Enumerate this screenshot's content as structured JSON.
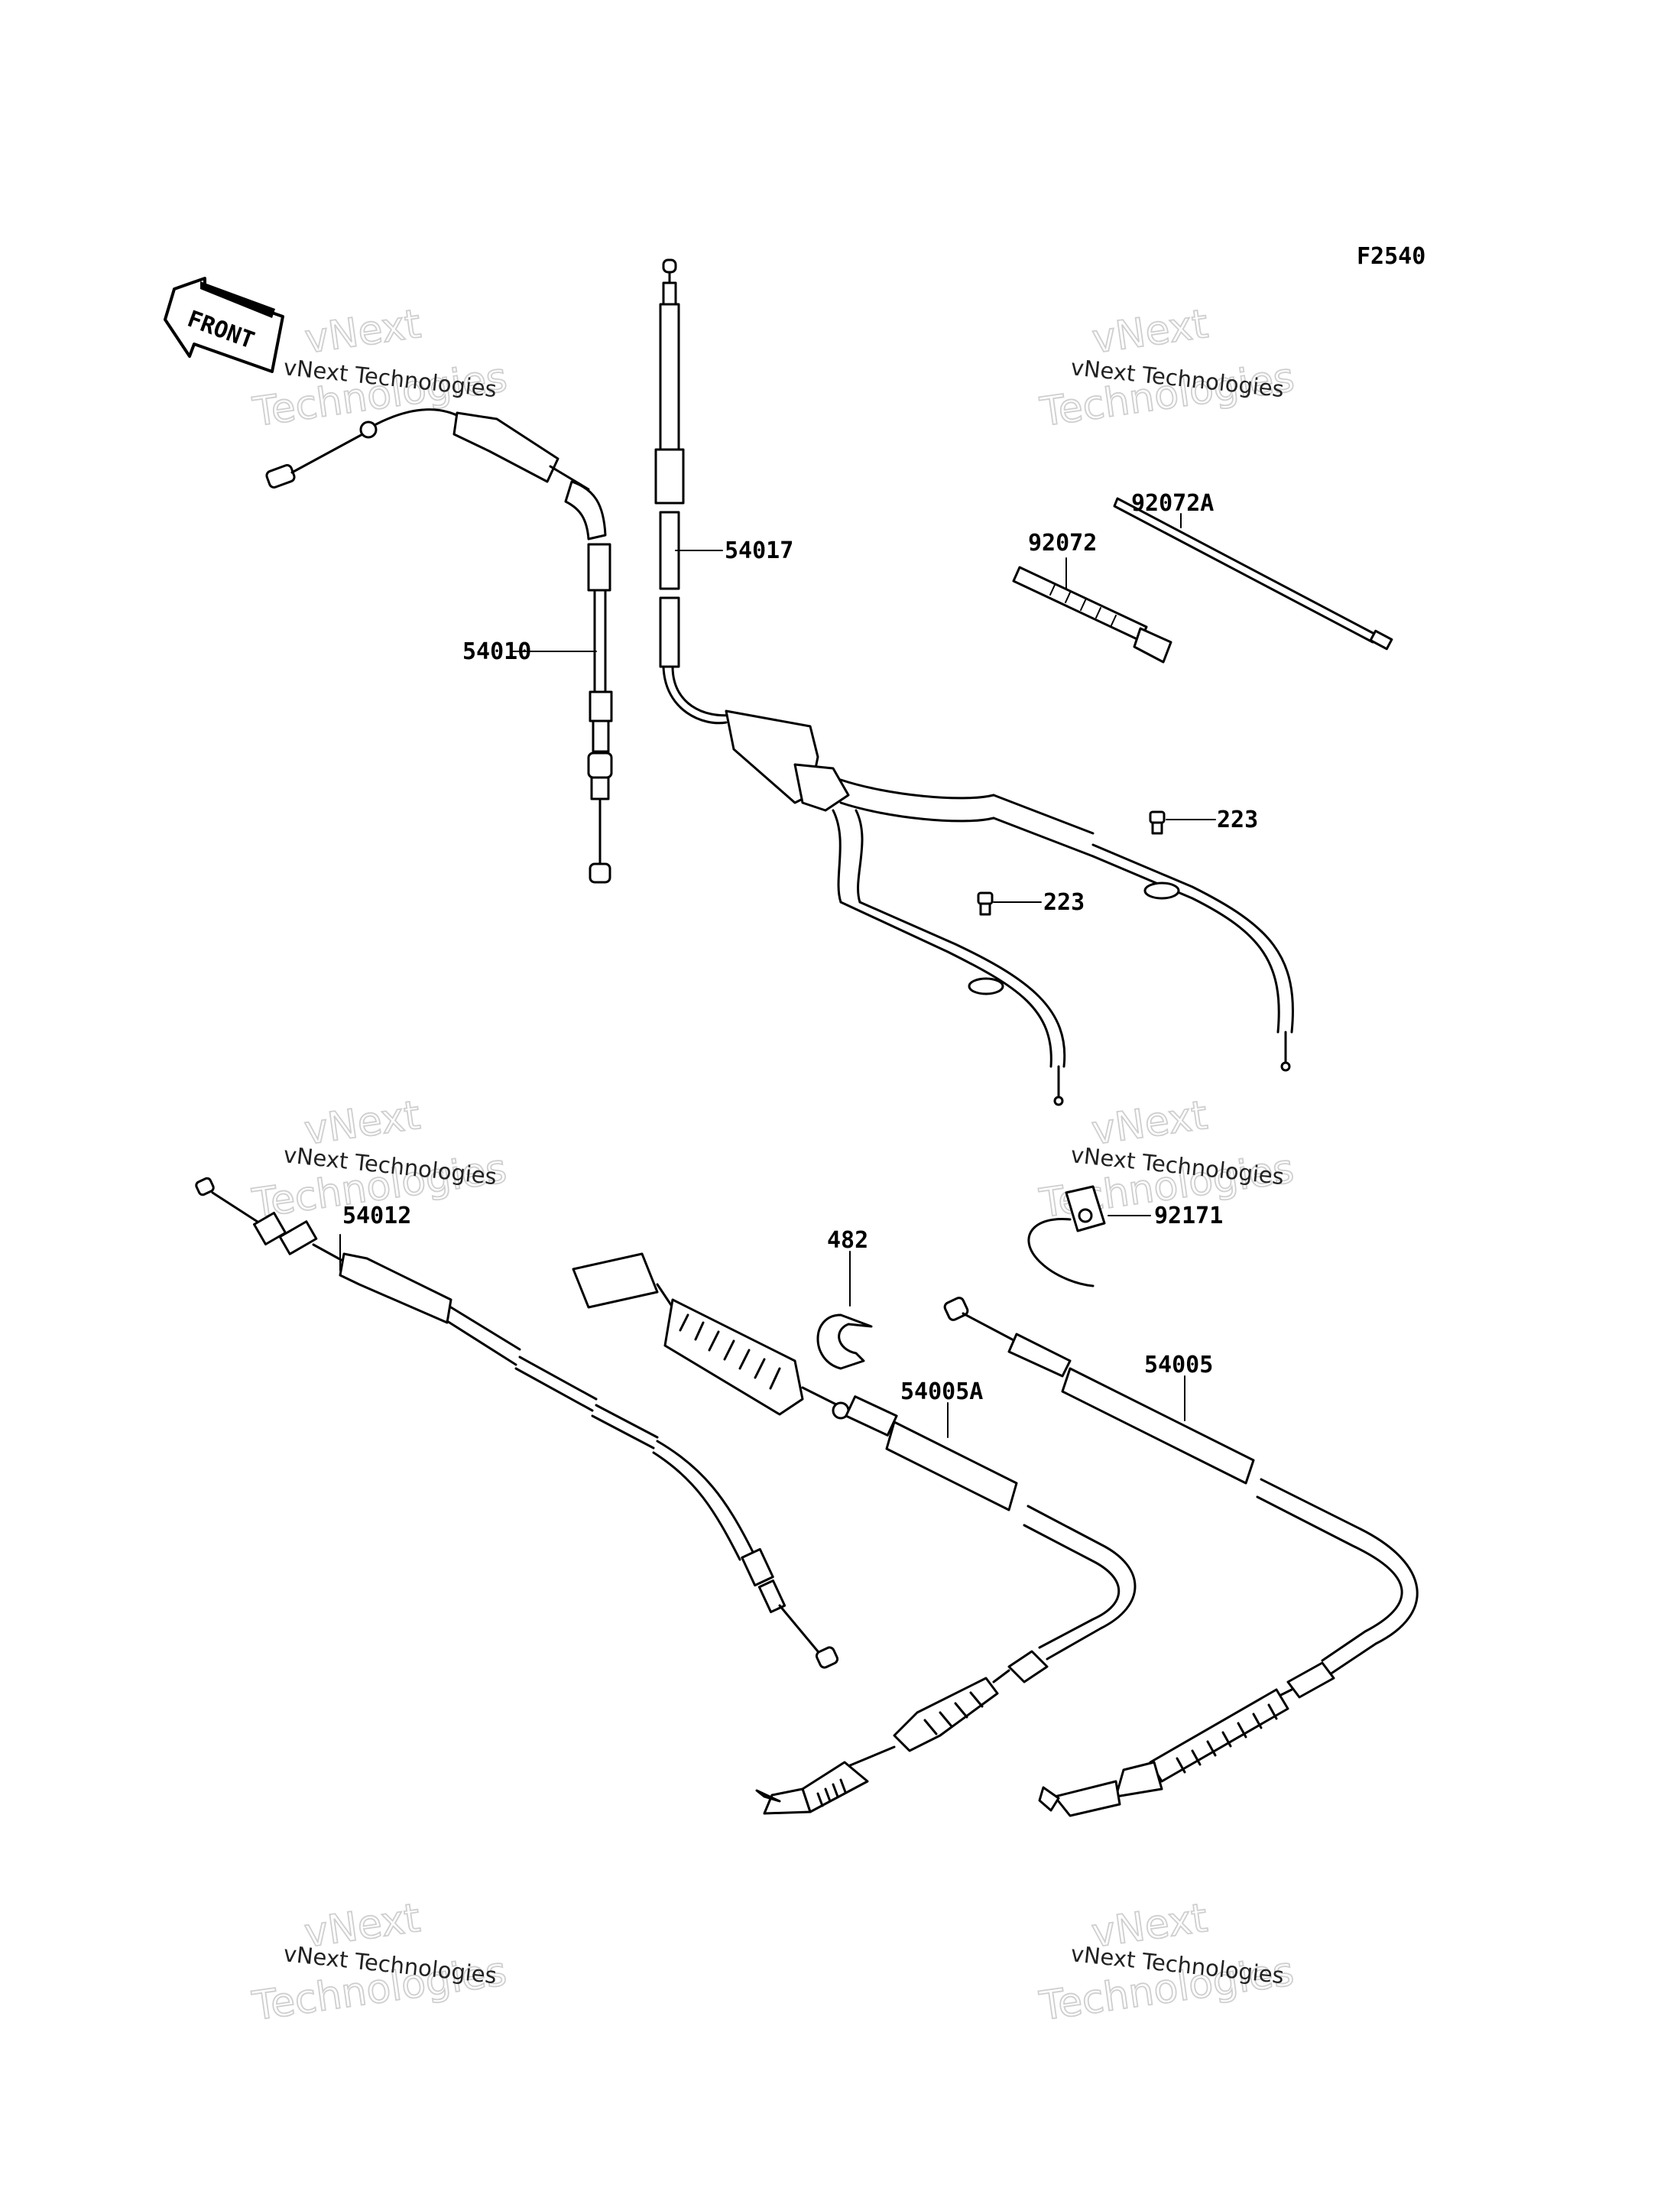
{
  "figure_code": "F2540",
  "front_label": "FRONT",
  "watermark": {
    "company": "vNext Technologies",
    "word_a": "vNext",
    "word_b": "Technologies"
  },
  "parts": [
    {
      "key": "cable_54010",
      "number": "54010"
    },
    {
      "key": "cable_54017",
      "number": "54017"
    },
    {
      "key": "clamp_92072A",
      "number": "92072A"
    },
    {
      "key": "clamp_92072",
      "number": "92072"
    },
    {
      "key": "screw_223_upper",
      "number": "223"
    },
    {
      "key": "screw_223_lower",
      "number": "223"
    },
    {
      "key": "cable_54012",
      "number": "54012"
    },
    {
      "key": "circlip_482",
      "number": "482"
    },
    {
      "key": "guide_92171",
      "number": "92171"
    },
    {
      "key": "cable_54005A",
      "number": "54005A"
    },
    {
      "key": "cable_54005",
      "number": "54005"
    }
  ]
}
